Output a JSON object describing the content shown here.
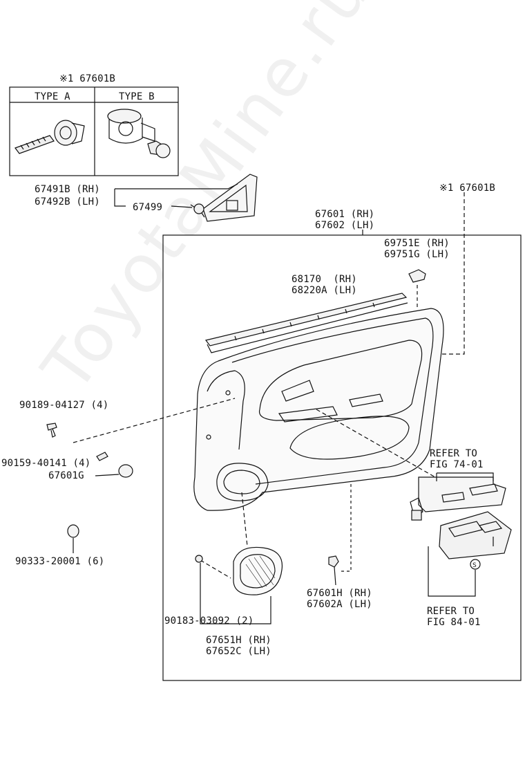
{
  "watermark": "ToyotaMine.ru",
  "inset": {
    "title": "※1 67601B",
    "col_a": "TYPE A",
    "col_b": "TYPE B"
  },
  "labels": {
    "p67491b": "67491B (RH)",
    "p67492b": "67492B (LH)",
    "p67499": "67499",
    "ref_clip": "※1 67601B",
    "p67601": "67601 (RH)",
    "p67602": "67602 (LH)",
    "p69751e": "69751E (RH)",
    "p69751g": "69751G (LH)",
    "p68170": "68170  (RH)",
    "p68220a": "68220A (LH)",
    "p90189": "90189-04127 (4)",
    "p90159": "90159-40141 (4)",
    "p67601g": "67601G",
    "refer1a": "REFER TO",
    "refer1b": "FIG 74-01",
    "p90333": "90333-20001 (6)",
    "p67601h": "67601H (RH)",
    "p67602a": "67602A (LH)",
    "refer2a": "REFER TO",
    "refer2b": "FIG 84-01",
    "p90183": "90183-03092 (2)",
    "p67651h": "67651H (RH)",
    "p67652c": "67652C (LH)"
  }
}
